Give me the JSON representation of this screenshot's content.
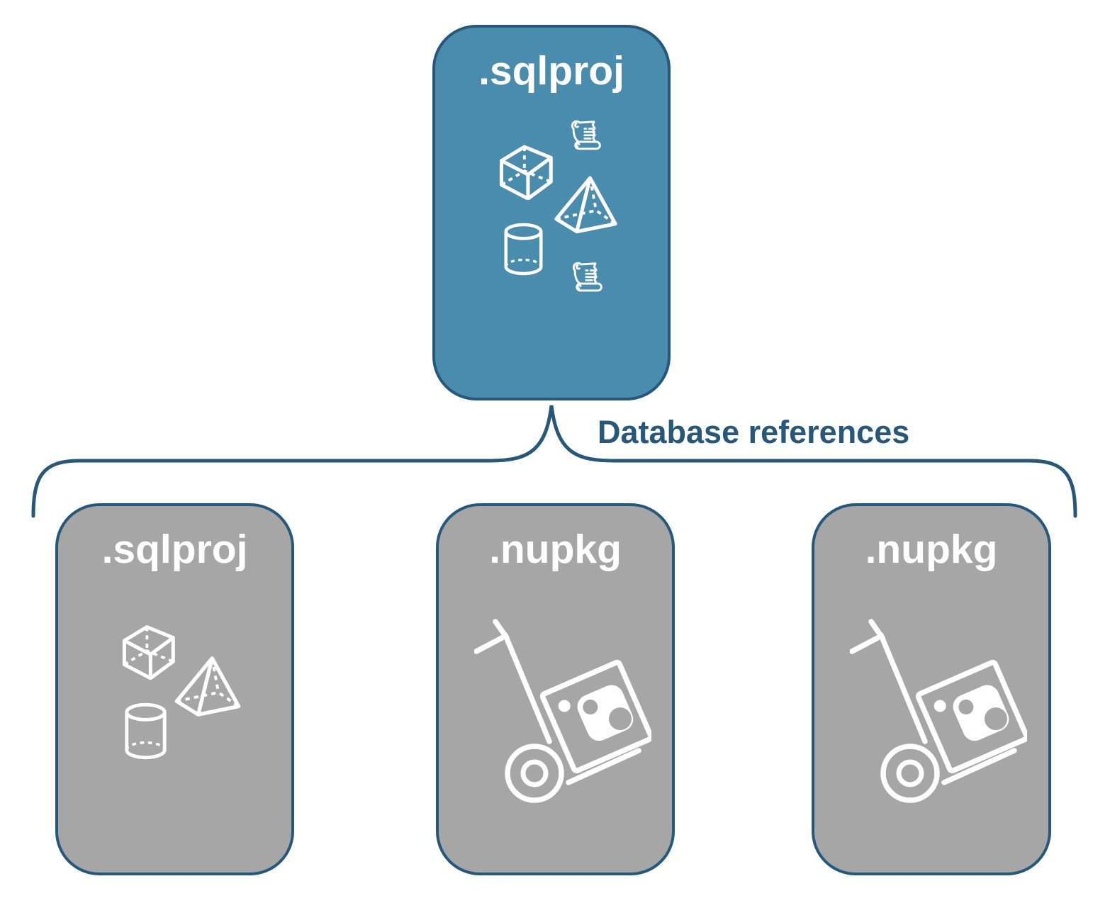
{
  "nodes": {
    "root": {
      "label": ".sqlproj",
      "fill": "#4A8CAD",
      "icons": [
        "scroll-icon",
        "cube-icon",
        "pyramid-icon",
        "cylinder-icon",
        "scroll-icon"
      ]
    },
    "children": [
      {
        "label": ".sqlproj",
        "fill": "#A6A6A6",
        "icons": [
          "cube-icon",
          "pyramid-icon",
          "cylinder-icon"
        ]
      },
      {
        "label": ".nupkg",
        "fill": "#A6A6A6",
        "icons": [
          "package-dolly-icon"
        ]
      },
      {
        "label": ".nupkg",
        "fill": "#A6A6A6",
        "icons": [
          "package-dolly-icon"
        ]
      }
    ]
  },
  "connector": {
    "label": "Database references",
    "shape": "curly-brace",
    "color": "#27587A"
  },
  "colors": {
    "root_fill": "#4A8CAD",
    "child_fill": "#A6A6A6",
    "border_navy": "#26587C",
    "label_navy": "#27587A",
    "icon_white": "#FFFFFF",
    "background": "#FFFFFF"
  }
}
